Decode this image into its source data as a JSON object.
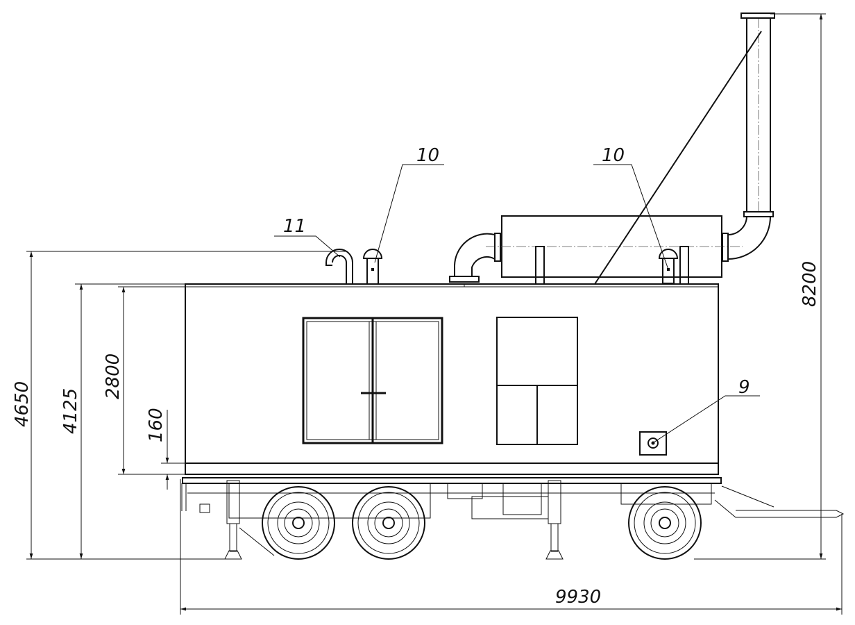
{
  "callouts": {
    "vent_left": "11",
    "vent_mid": "10",
    "vent_right": "10",
    "socket": "9"
  },
  "dimensions": {
    "overall_height_roof": "4650",
    "overall_height_body": "4125",
    "body_height": "2800",
    "floor_offset": "160",
    "overall_height_exhaust": "8200",
    "overall_length": "9930"
  }
}
